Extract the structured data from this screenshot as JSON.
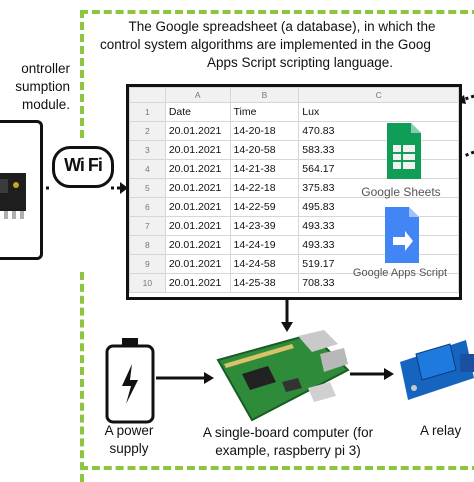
{
  "left_module": {
    "caption_lines": [
      "ontroller",
      "sumption",
      "module."
    ]
  },
  "wifi": {
    "label": "Wi Fi"
  },
  "spreadsheet_frame": {
    "caption_lines": [
      "The Google spreadsheet (a database), in which the",
      "control system algorithms are implemented in the Goog",
      "Apps Script scripting language."
    ]
  },
  "spreadsheet": {
    "column_headers": [
      "A",
      "B",
      "C"
    ],
    "field_headers": [
      "Date",
      "Time",
      "Lux"
    ],
    "header_row_number": "1",
    "rows": [
      {
        "n": "2",
        "date": "20.01.2021",
        "time": "14-20-18",
        "lux": "470.83"
      },
      {
        "n": "3",
        "date": "20.01.2021",
        "time": "14-20-58",
        "lux": "583.33"
      },
      {
        "n": "4",
        "date": "20.01.2021",
        "time": "14-21-38",
        "lux": "564.17"
      },
      {
        "n": "5",
        "date": "20.01.2021",
        "time": "14-22-18",
        "lux": "375.83"
      },
      {
        "n": "6",
        "date": "20.01.2021",
        "time": "14-22-59",
        "lux": "495.83"
      },
      {
        "n": "7",
        "date": "20.01.2021",
        "time": "14-23-39",
        "lux": "493.33"
      },
      {
        "n": "8",
        "date": "20.01.2021",
        "time": "14-24-19",
        "lux": "493.33"
      },
      {
        "n": "9",
        "date": "20.01.2021",
        "time": "14-24-58",
        "lux": "519.17"
      },
      {
        "n": "10",
        "date": "20.01.2021",
        "time": "14-25-38",
        "lux": "708.33"
      }
    ],
    "logos": {
      "sheets_label": "Google Sheets",
      "apps_script_label": "Google Apps Script"
    }
  },
  "power_supply": {
    "caption_lines": [
      "A power",
      "supply"
    ]
  },
  "computer": {
    "caption_lines": [
      "A single-board computer (for",
      "example, raspberry pi 3)"
    ]
  },
  "relay": {
    "caption_lines": [
      "A relay"
    ]
  },
  "colors": {
    "frame_dash": "#8cc63f",
    "sheets_green": "#0f9d58",
    "apps_script_blue": "#4285f4"
  }
}
